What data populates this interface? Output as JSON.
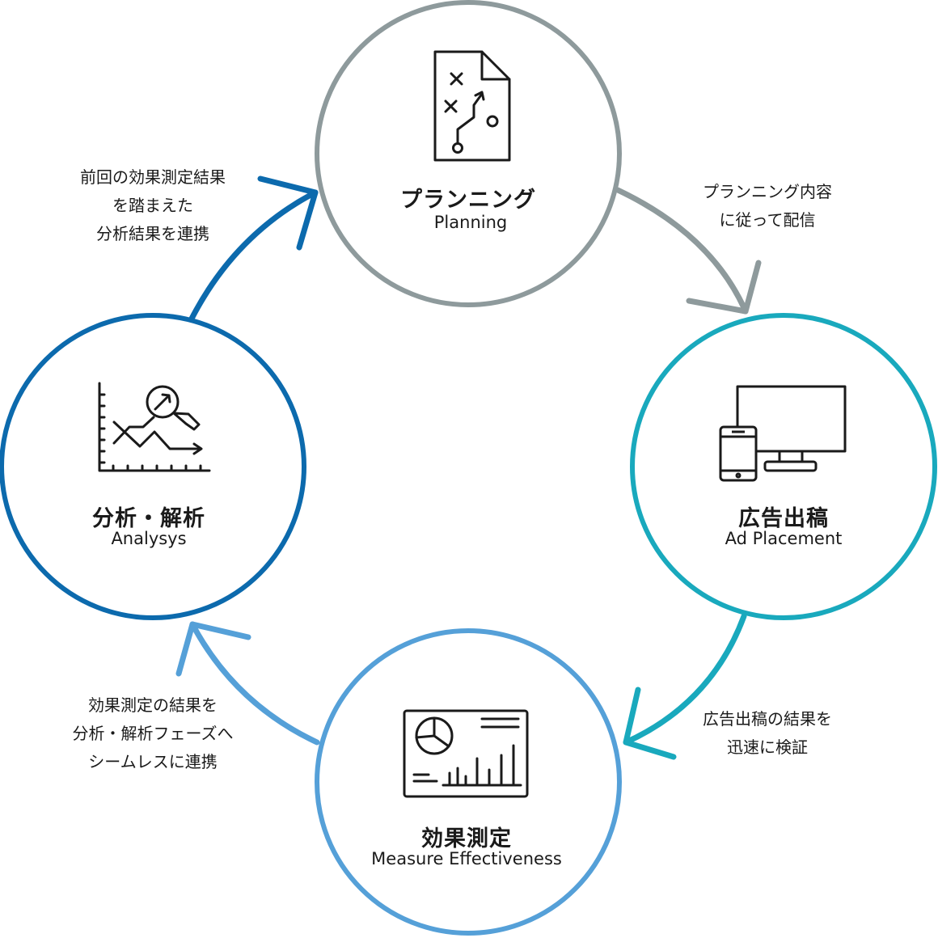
{
  "stages": [
    {
      "id": "planning",
      "title": "プランニング",
      "subtitle": "Planning",
      "color": "#8e9a9c",
      "icon": "strategy-document-icon"
    },
    {
      "id": "placement",
      "title": "広告出稿",
      "subtitle": "Ad Placement",
      "color": "#19a9bd",
      "icon": "monitor-smartphone-icon"
    },
    {
      "id": "measure",
      "title": "効果測定",
      "subtitle": "Measure Effectiveness",
      "color": "#55a0d8",
      "icon": "dashboard-report-icon"
    },
    {
      "id": "analysis",
      "title": "分析・解析",
      "subtitle": "Analysys",
      "color": "#0c6aad",
      "icon": "chart-magnifier-icon"
    }
  ],
  "transitions": [
    {
      "from": "planning",
      "to": "placement",
      "lines": [
        "プランニング内容",
        "に従って配信"
      ]
    },
    {
      "from": "placement",
      "to": "measure",
      "lines": [
        "広告出稿の結果を",
        "迅速に検証"
      ]
    },
    {
      "from": "measure",
      "to": "analysis",
      "lines": [
        "効果測定の結果を",
        "分析・解析フェーズへ",
        "シームレスに連携"
      ]
    },
    {
      "from": "analysis",
      "to": "planning",
      "lines": [
        "前回の効果測定結果",
        "を踏まえた",
        "分析結果を連携"
      ]
    }
  ]
}
